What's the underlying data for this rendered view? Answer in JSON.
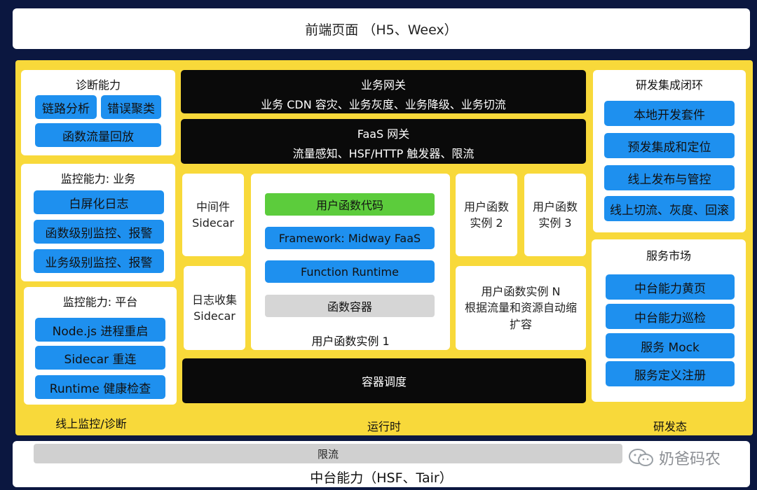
{
  "top": {
    "title": "前端页面 （H5、Weex）"
  },
  "left": {
    "diag": {
      "title": "诊断能力",
      "items": [
        "链路分析",
        "错误聚类",
        "函数流量回放"
      ]
    },
    "biz": {
      "title": "监控能力: 业务",
      "items": [
        "白屏化日志",
        "函数级别监控、报警",
        "业务级别监控、报警"
      ]
    },
    "plat": {
      "title": "监控能力: 平台",
      "items": [
        "Node.js 进程重启",
        "Sidecar 重连",
        "Runtime 健康检查"
      ]
    },
    "footer": "线上监控/诊断"
  },
  "middle": {
    "biz_gateway": {
      "title": "业务网关",
      "sub": "业务 CDN 容灾、业务灰度、业务降级、业务切流"
    },
    "faas_gateway": {
      "title": "FaaS 网关",
      "sub": "流量感知、HSF/HTTP 触发器、限流"
    },
    "middleware": "中间件\nSidecar",
    "log": "日志收集\nSidecar",
    "instance1": {
      "items": [
        "用户函数代码",
        "Framework: Midway FaaS",
        "Function Runtime",
        "函数容器"
      ],
      "label": "用户函数实例 1"
    },
    "instance2": "用户函数\n实例 2",
    "instance3": "用户函数\n实例 3",
    "instanceN": "用户函数实例 N\n根据流量和资源自动缩\n扩容",
    "scheduler": "容器调度",
    "footer": "运行时"
  },
  "right": {
    "devloop": {
      "title": "研发集成闭环",
      "items": [
        "本地开发套件",
        "预发集成和定位",
        "线上发布与管控",
        "线上切流、灰度、回滚"
      ]
    },
    "market": {
      "title": "服务市场",
      "items": [
        "中台能力黄页",
        "中台能力巡检",
        "服务 Mock",
        "服务定义注册"
      ]
    },
    "footer": "研发态"
  },
  "bottom": {
    "ratelimit": "限流",
    "title": "中台能力（HSF、Tair）"
  },
  "watermark": {
    "text": "奶爸码农",
    "icon": "wechat-icon"
  },
  "colors": {
    "yellow": "#f8d93a",
    "blue": "#1e90ef",
    "green": "#5ccc3c",
    "gray": "#d6d6d6",
    "black": "#0a0a0a"
  }
}
